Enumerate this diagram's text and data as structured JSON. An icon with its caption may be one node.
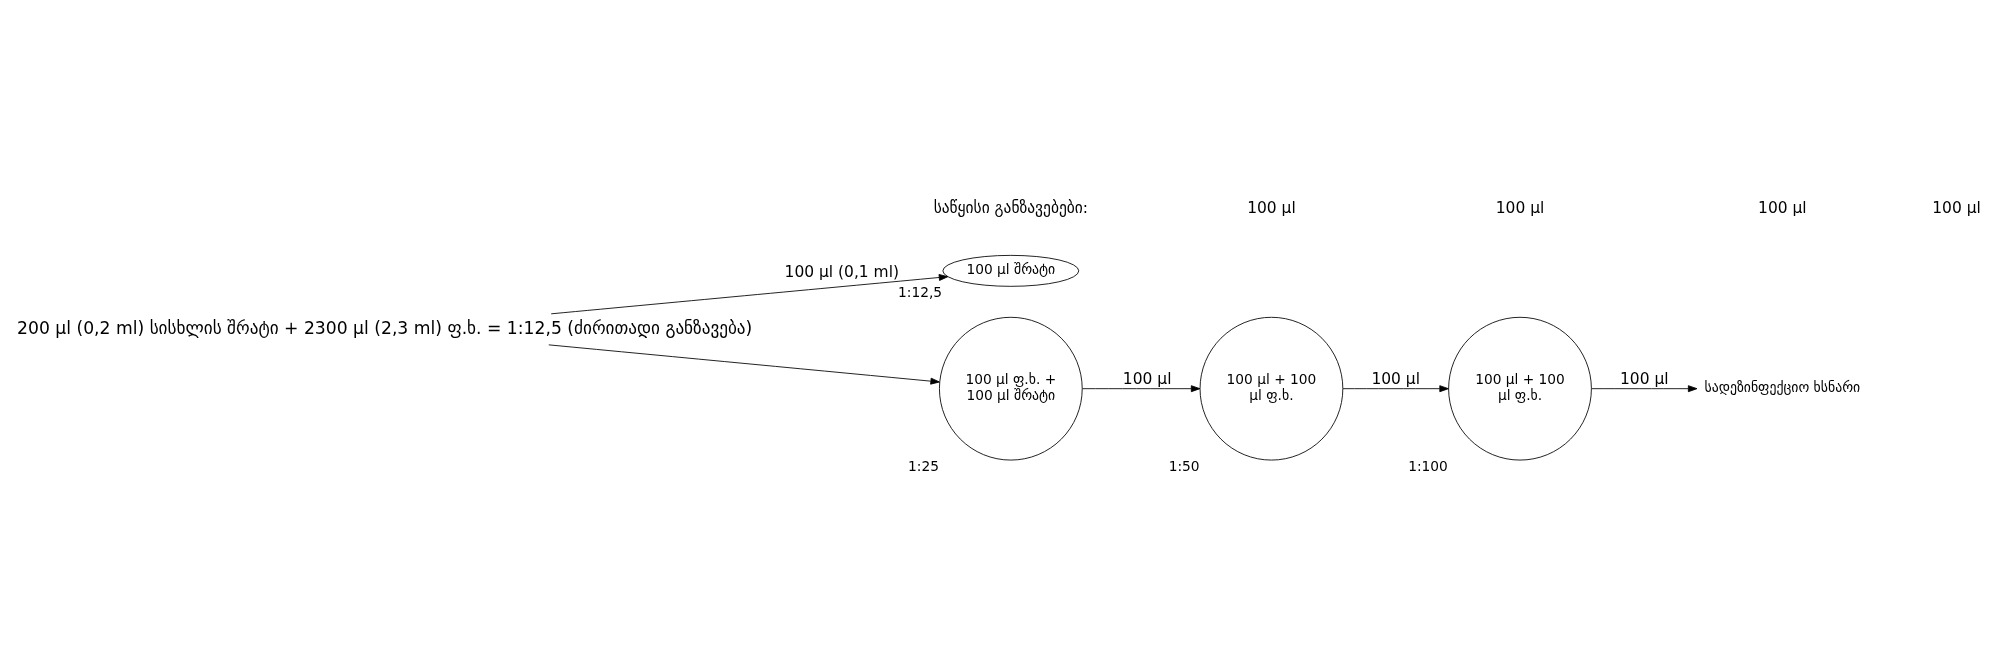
{
  "diagram": {
    "nodes": [
      {
        "text": [
          "200 µl (0,2 ml) სისხლის შრატი + 2300 µl (2,3 ml) ფ.ხ. = 1:12,5 (ძირითადი განზავება)"
        ]
      },
      {
        "text": [
          "100 µl შრატი"
        ],
        "beside": [
          "1:12,5"
        ]
      },
      {
        "text": [
          "100 µl ფ.ხ. + 100 µl შრატი"
        ],
        "beside": [
          "1:25"
        ]
      },
      {
        "text": [
          "100 µl + 100 µl ფ.ხ."
        ],
        "beside": [
          "1:50"
        ]
      },
      {
        "text": [
          "100 µl + 100 µl ფ.ხ."
        ],
        "beside": [
          "1:100"
        ]
      },
      {
        "text": [
          "სადეზინფექციო ხსნარი"
        ]
      }
    ],
    "edges": [
      {
        "from": 0,
        "to": 1,
        "arrow": "to",
        "label": "100 µl (0,1 ml)"
      },
      {
        "from": 0,
        "to": 2,
        "arrow": "to"
      },
      {
        "from": 2,
        "to": 3,
        "arrow": "to",
        "label": "100 µl"
      },
      {
        "from": 3,
        "to": 4,
        "arrow": "to",
        "label": "100 µl"
      },
      {
        "from": 4,
        "to": 5,
        "arrow": "to",
        "label": "100 µl"
      }
    ],
    "labels": [
      "საწყისი განზავებები:",
      "100 µl",
      "100 µl",
      "100 µl",
      "100 µl"
    ]
  }
}
